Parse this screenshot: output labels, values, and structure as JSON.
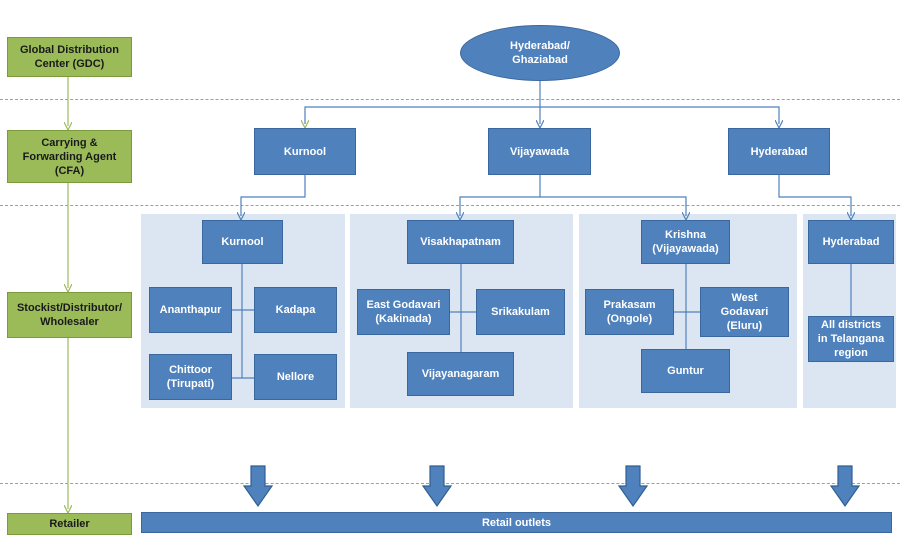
{
  "levels": {
    "gdc": "Global Distribution\nCenter (GDC)",
    "cfa": "Carrying &\nForwarding Agent\n(CFA)",
    "stockist": "Stockist/Distributor/\nWholesaler",
    "retailer": "Retailer"
  },
  "top": {
    "hub": "Hyderabad/\nGhaziabad"
  },
  "cfa": {
    "kurnool": "Kurnool",
    "vijayawada": "Vijayawada",
    "hyderabad": "Hyderabad"
  },
  "panel1": {
    "head": "Kurnool",
    "ananthapur": "Ananthapur",
    "kadapa": "Kadapa",
    "chittoor": "Chittoor\n(Tirupati)",
    "nellore": "Nellore"
  },
  "panel2": {
    "head": "Visakhapatnam",
    "east_godavari": "East Godavari\n(Kakinada)",
    "srikakulam": "Srikakulam",
    "vijayanagaram": "Vijayanagaram"
  },
  "panel3": {
    "head": "Krishna\n(Vijayawada)",
    "prakasam": "Prakasam\n(Ongole)",
    "west_godavari": "West\nGodavari\n(Eluru)",
    "guntur": "Guntur"
  },
  "panel4": {
    "head": "Hyderabad",
    "telangana": "All districts\nin Telangana\nregion"
  },
  "retail": {
    "bar": "Retail outlets"
  },
  "colors": {
    "green": "#9bbb59",
    "blue": "#4f81bd",
    "panel": "#dce6f2",
    "dash": "#e8836b"
  }
}
